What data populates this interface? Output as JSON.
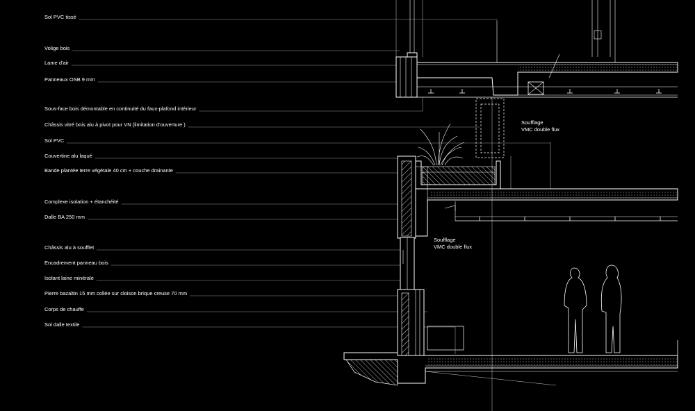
{
  "labels": [
    {
      "id": "sol-pvc-tisse",
      "text": "Sol PVC tissé"
    },
    {
      "id": "volige-bois",
      "text": "Volige bois"
    },
    {
      "id": "lame-air",
      "text": "Lame d'air"
    },
    {
      "id": "panneaux-osb",
      "text": "Panneaux OSB 9 mm"
    },
    {
      "id": "sous-face",
      "text": "Sous-face bois démontable en continuité du faux-plafond intérieur"
    },
    {
      "id": "chassis-vitre",
      "text": "Châssis vitré bois alu à pivot pour VN (limitation d'ouverture )"
    },
    {
      "id": "sol-pvc",
      "text": "Sol PVC"
    },
    {
      "id": "couvertine",
      "text": "Couvertine alu laqué"
    },
    {
      "id": "bande-plantee",
      "text": "Bande plantée terre végétale 40 cm + couche drainante"
    },
    {
      "id": "complexe-isolation",
      "text": "Complexe isolation + étanchéité"
    },
    {
      "id": "dalle-ba",
      "text": "Dalle BA 250 mm"
    },
    {
      "id": "chassis-soufflet",
      "text": "Châssis alu à soufflet"
    },
    {
      "id": "encadrement",
      "text": "Encadrement panneau bois"
    },
    {
      "id": "isolant",
      "text": "Isolant laine minérale"
    },
    {
      "id": "pierre-bazaltin",
      "text": "Pierre bazaltin 15 mm collée sur cloison brique creuse 70 mm"
    },
    {
      "id": "corps-chauffe",
      "text": "Corps de chauffe"
    },
    {
      "id": "sol-dalle-textile",
      "text": "Sol dalle textile"
    }
  ],
  "notes": {
    "upper": {
      "line1": "Soufflage",
      "line2": "VMC double flux"
    },
    "lower": {
      "line1": "Soufflage",
      "line2": "VMC double flux"
    }
  },
  "colors": {
    "background": "#000000",
    "line": "#ffffff",
    "leader": "#9a9a9a"
  }
}
